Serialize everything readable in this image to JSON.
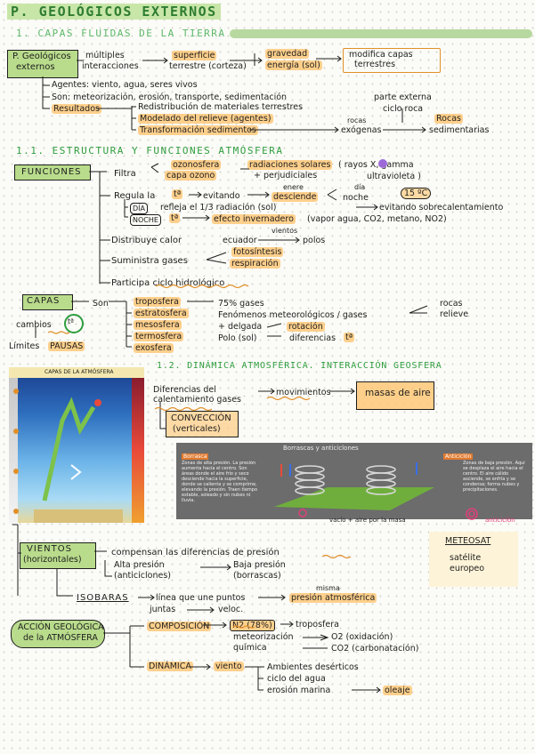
{
  "title": "P. GEOLÓGICOS EXTERNOS",
  "section1": {
    "title": "1. CAPAS FLUIDAS DE LA TIERRA",
    "box_label_1": "P. Geológicos",
    "box_label_2": "externos",
    "multiples": "múltiples",
    "interacciones": "interacciones",
    "superficie": "superficie",
    "terrestre": "terrestre (corteza)",
    "gravedad": "gravedad",
    "energia": "energía (sol)",
    "result_1": "modifica capas",
    "result_2": "terrestres",
    "agentes": "Agentes: viento, agua, seres vivos",
    "son": "Son: meteorización, erosión, transporte, sedimentación",
    "parte": "parte externa",
    "ciclo": "ciclo roca",
    "resultados": "Resultados",
    "redistribucion": "Redistribución de materiales terrestres",
    "modelado": "Modelado del relieve (agentes)",
    "transformacion": "Transformación sedimentos",
    "rocas_small": "rocas",
    "exogenas": "exógenas",
    "rocas": "Rocas",
    "sedimentarias": "sedimentarias"
  },
  "section11": {
    "title": "1.1. ESTRUCTURA Y FUNCIONES ATMÓSFERA",
    "funciones": "FUNCIONES",
    "filtra": "Filtra",
    "ozonosfera": "ozonosfera",
    "capa_ozono": "capa ozono",
    "radiaciones": "radiaciones solares",
    "perjudiciales": "+ perjudiciales",
    "rayos": "( rayos X, gamma",
    "ultravioleta": "ultravioleta )",
    "regula": "Regula la",
    "t_symbol": "tª",
    "evitando": "evitando",
    "desciende": "desciende",
    "enere": "enere",
    "dia": "día",
    "noche": "noche",
    "temp": "15 ºC",
    "dia_label": "DÍA",
    "refleja": "refleja el 1/3 radiación (sol)",
    "evitando_sobre": "evitando sobrecalentamiento",
    "noche_label": "NOCHE",
    "efecto": "efecto invernadero",
    "gases_list": "(vapor agua, CO2, metano, NO2)",
    "distribuye": "Distribuye calor",
    "ecuador": "ecuador",
    "vientos_small": "vientos",
    "polos": "polos",
    "suministra": "Suministra gases",
    "fotosintesis": "fotosíntesis",
    "respiracion": "respiración",
    "participa": "Participa ciclo hidrológico",
    "capas": "CAPAS",
    "son": "Son",
    "troposfera": "troposfera",
    "estratosfera": "estratosfera",
    "mesosfera": "mesosfera",
    "termosfera": "termosfera",
    "exosfera": "exosfera",
    "gases75": "75% gases",
    "fenomenos": "Fenómenos meteorológicos / gases",
    "rocas": "rocas",
    "relieve": "relieve",
    "delgada": "+ delgada",
    "polo": "Polo (sol)",
    "rotacion": "rotación",
    "diferencias": "diferencias",
    "cambios": "cambios",
    "limites": "Límites",
    "pausas": "PAUSAS"
  },
  "section12": {
    "title": "1.2. DINÁMICA ATMOSFÉRICA. INTERACCIÓN GEOSFERA",
    "diferencias": "Diferencias del",
    "calentamiento": "calentamiento gases",
    "movimientos": "movimientos",
    "masas": "masas de aire",
    "conveccion": "CONVECCIÓN",
    "verticales": "(verticales)",
    "vacio": "vacío + aire por la masa",
    "anticiclon": "anticiclón",
    "meteosat_1": "METEOSAT",
    "meteosat_2": "satélite",
    "meteosat_3": "europeo",
    "vientos": "VIENTOS",
    "horizontales": "(horizontales)",
    "compensan": "compensan las diferencias de presión",
    "alta": "Alta presión",
    "anticiclones": "(anticiclones)",
    "baja": "Baja presión",
    "borrascas": "(borrascas)",
    "isobaras": "ISOBARAS",
    "isobaras_def": "línea que une puntos",
    "misma": "misma",
    "presion_atm": "presión atmosférica",
    "juntas": "juntas",
    "veloc": "veloc."
  },
  "accion": {
    "box_1": "ACCIÓN GEOLÓGICA",
    "box_2": "de la ATMÓSFERA",
    "composicion": "COMPOSICIÓN",
    "n2": "N2 (78%)",
    "troposfera": "troposfera",
    "meteorizacion": "meteorización",
    "quimica": "química",
    "o2": "O2 (oxidación)",
    "co2": "CO2 (carbonatación)",
    "dinamica": "DINÁMICA",
    "viento": "viento",
    "ambientes": "Ambientes desérticos",
    "ciclo": "ciclo del agua",
    "erosion": "erosión marina",
    "oleaje": "oleaje"
  },
  "diagram": {
    "header": "CAPAS DE LA ATMÓSFERA",
    "photo_title": "Borrascas y anticiclones",
    "borrasca_tag": "Borrasca",
    "anticiclon_tag": "Anticiclón",
    "borrasca_text": "Zonas de alta presión. La presión aumenta hacia el centro. Son áreas donde el aire frío y seco desciende hacia la superficie, donde se calienta y se comprime, elevando la presión. Traen tiempo estable, soleado y sin nubes ni lluvia.",
    "anticiclon_text": "Zonas de baja presión. Aquí se desplaza el aire hacia el centro. El aire cálido asciende, se enfría y se condensa; forma nubes y precipitaciones."
  },
  "colors": {
    "green_heading": "#2f9e3f",
    "highlight": "#ffc46e",
    "box_green": "#b9dc8c",
    "box_orange": "#e0902a"
  }
}
